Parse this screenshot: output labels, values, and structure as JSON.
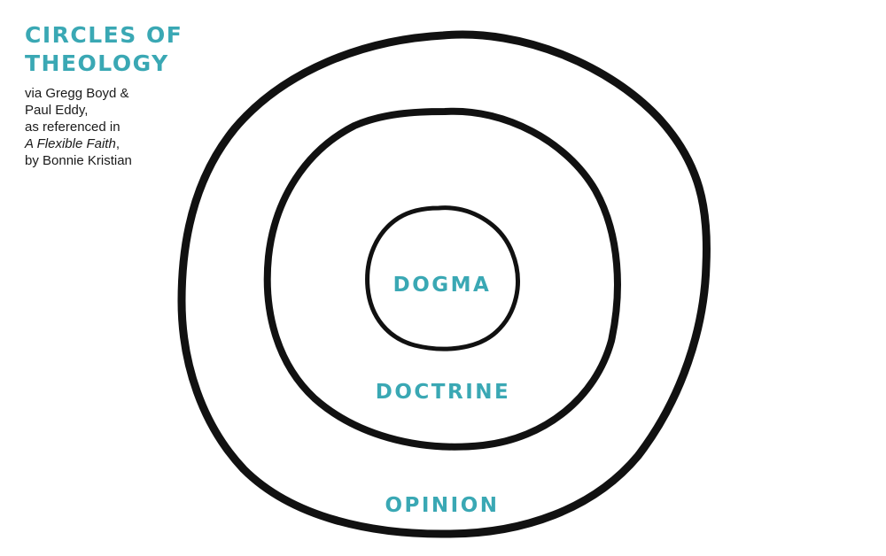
{
  "header": {
    "title_line1": "CIRCLES OF",
    "title_line2": "THEOLOGY",
    "credit_line1": "via Gregg Boyd &",
    "credit_line2": "Paul Eddy,",
    "credit_line3": "as referenced in",
    "credit_book_title": "A Flexible Faith",
    "credit_book_punct": ",",
    "credit_line5": "by Bonnie Kristian"
  },
  "diagram": {
    "inner_label": "DOGMA",
    "middle_label": "DOCTRINE",
    "outer_label": "OPINION"
  },
  "colors": {
    "accent": "#3aa8b4",
    "stroke": "#111111",
    "text": "#1a1a1a"
  }
}
